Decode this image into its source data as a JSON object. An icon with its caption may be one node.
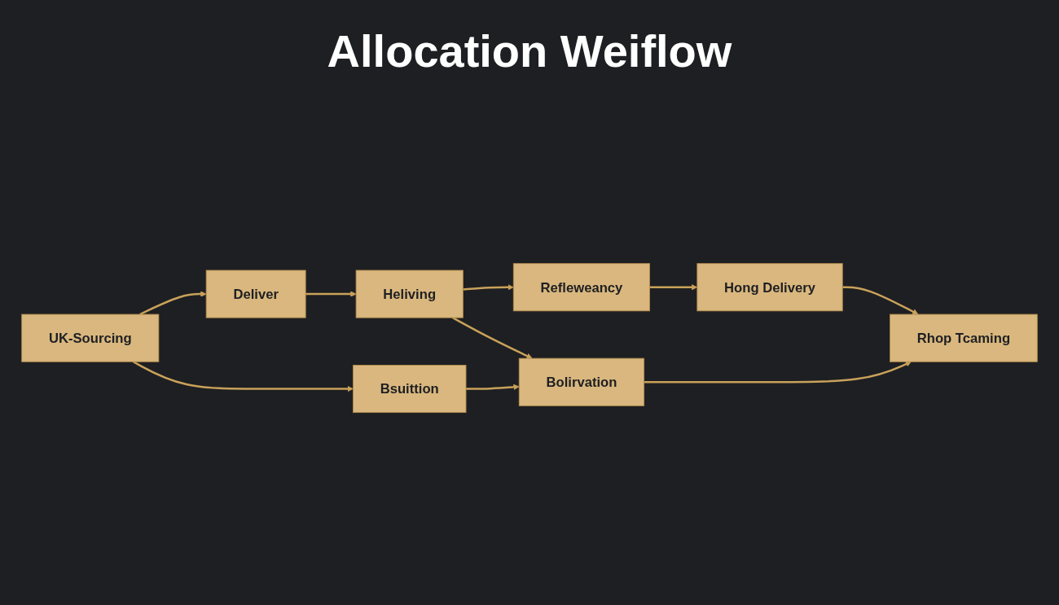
{
  "diagram": {
    "title": "Allocation Weiflow",
    "nodes": [
      {
        "text": [
          "UK-Sourcing"
        ]
      },
      {
        "text": [
          "Deliver"
        ]
      },
      {
        "text": [
          "Heliving"
        ]
      },
      {
        "text": [
          "Refleweancy"
        ]
      },
      {
        "text": [
          "Hong Delivery"
        ]
      },
      {
        "text": [
          "Bsuittion"
        ]
      },
      {
        "text": [
          "Bolirvation"
        ]
      },
      {
        "text": [
          "Rhop Tcaming"
        ]
      }
    ],
    "edges": [
      {
        "from": 0,
        "to": 1,
        "arrow": "to"
      },
      {
        "from": 1,
        "to": 2,
        "arrow": "to"
      },
      {
        "from": 2,
        "to": 3,
        "arrow": "to"
      },
      {
        "from": 3,
        "to": 4,
        "arrow": "to"
      },
      {
        "from": 0,
        "to": 5,
        "arrow": "to"
      },
      {
        "from": 2,
        "to": 6,
        "arrow": "to"
      },
      {
        "from": 4,
        "to": 7,
        "arrow": "to"
      },
      {
        "from": 5,
        "to": 6,
        "arrow": "to"
      },
      {
        "from": 6,
        "to": 7,
        "arrow": "to"
      }
    ]
  }
}
